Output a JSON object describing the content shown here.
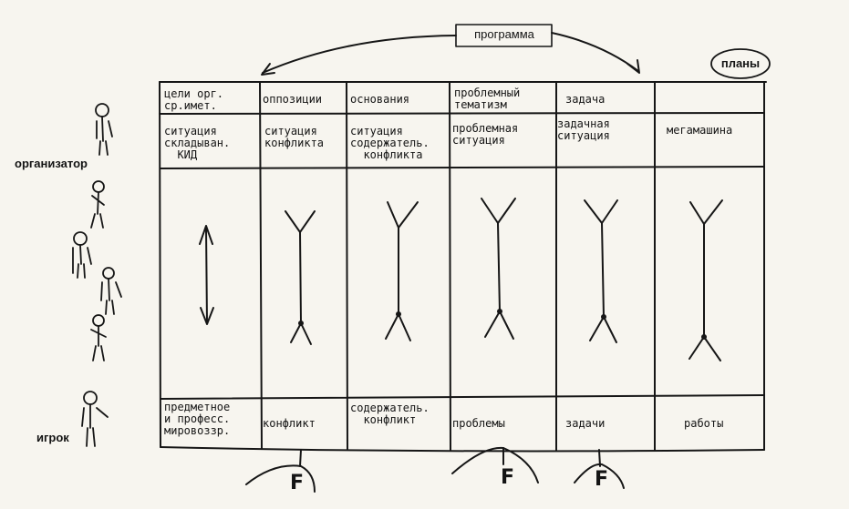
{
  "top_box": "программа",
  "plans_oval": "планы",
  "side_labels": {
    "organizer": "организатор",
    "player": "игрок"
  },
  "columns": [
    {
      "row1": "цели орг.\nср.имет.",
      "row2": "ситуация\nскладыван.\n  КИД",
      "row3": "предметное\nи професс.\nмировоззр."
    },
    {
      "row1": "оппозиции",
      "row2": "ситуация\nконфликта",
      "row3": "конфликт"
    },
    {
      "row1": "основания",
      "row2": "ситуация\nсодержатель.\n  конфликта",
      "row3": "содержатель.\n  конфликт"
    },
    {
      "row1": "проблемный\nтематизм",
      "row2": "проблемная\nситуация",
      "row3": "проблемы"
    },
    {
      "row1": "задача",
      "row2": "задачная\nситуация",
      "row3": "задачи"
    },
    {
      "row1": "",
      "row2": "мегамашина",
      "row3": "работы"
    }
  ],
  "F_marks": [
    "F",
    "F",
    "F"
  ]
}
